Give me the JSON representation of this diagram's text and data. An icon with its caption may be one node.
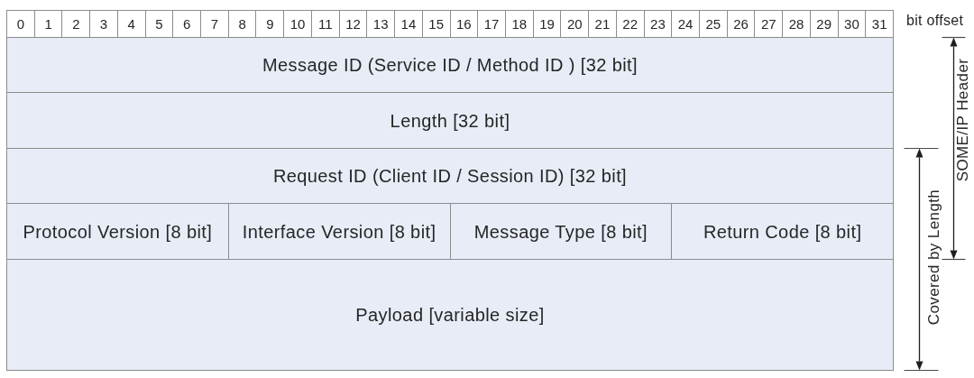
{
  "diagram": {
    "nodes": [
      {
        "text": [
          "Message ID (Service ID / Method ID ) [32 bit]"
        ]
      },
      {
        "text": [
          "Length [32 bit]"
        ]
      },
      {
        "text": [
          "Request ID (Client ID / Session ID) [32 bit]"
        ]
      },
      {
        "text": [
          "Protocol Version [8 bit]"
        ]
      },
      {
        "text": [
          "Interface Version [8 bit]"
        ]
      },
      {
        "text": [
          "Message Type [8 bit]"
        ]
      },
      {
        "text": [
          "Return Code [8 bit]"
        ]
      },
      {
        "text": [
          "Payload [variable size]"
        ]
      }
    ],
    "labels": [
      "0",
      "1",
      "2",
      "3",
      "4",
      "5",
      "6",
      "7",
      "8",
      "9",
      "10",
      "11",
      "12",
      "13",
      "14",
      "15",
      "16",
      "17",
      "18",
      "19",
      "20",
      "21",
      "22",
      "23",
      "24",
      "25",
      "26",
      "27",
      "28",
      "29",
      "30",
      "31",
      "bit offset",
      "SOME/IP Header",
      "Covered by Length"
    ]
  }
}
